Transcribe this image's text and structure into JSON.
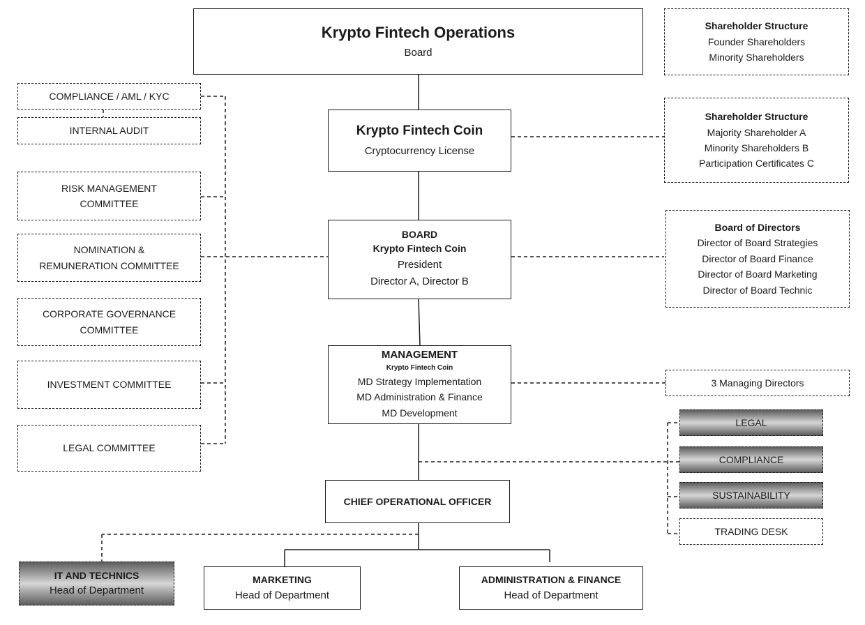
{
  "top": {
    "title": "Krypto Fintech Operations",
    "subtitle": "Board"
  },
  "coin": {
    "title": "Krypto Fintech Coin",
    "subtitle": "Cryptocurrency License"
  },
  "board": {
    "heading": "BOARD",
    "name": "Krypto Fintech Coin",
    "role": "President",
    "directors": "Director A, Director B"
  },
  "management": {
    "heading": "MANAGEMENT",
    "name": "Krypto Fintech Coin",
    "lines": [
      "MD Strategy Implementation",
      "MD Administration & Finance",
      "MD Development"
    ]
  },
  "coo": {
    "title": "CHIEF OPERATIONAL OFFICER"
  },
  "departments": {
    "it": {
      "title": "IT AND TECHNICS",
      "subtitle": "Head of Department"
    },
    "marketing": {
      "title": "MARKETING",
      "subtitle": "Head of Department"
    },
    "admin": {
      "title": "ADMINISTRATION & FINANCE",
      "subtitle": "Head of Department"
    }
  },
  "committees": {
    "compliance": "COMPLIANCE / AML / KYC",
    "audit": "INTERNAL AUDIT",
    "risk": [
      "RISK MANAGEMENT",
      "COMMITTEE"
    ],
    "nomination": [
      "NOMINATION &",
      "REMUNERATION COMMITTEE"
    ],
    "governance": [
      "CORPORATE GOVERNANCE",
      "COMMITTEE"
    ],
    "investment": "INVESTMENT COMMITTEE",
    "legal": "LEGAL COMMITTEE"
  },
  "shareholders_top": {
    "heading": "Shareholder Structure",
    "lines": [
      "Founder Shareholders",
      "Minority Shareholders"
    ]
  },
  "shareholders_coin": {
    "heading": "Shareholder Structure",
    "lines": [
      "Majority Shareholder A",
      "Minority Shareholders B",
      "Participation Certificates C"
    ]
  },
  "board_of_directors": {
    "heading": "Board of Directors",
    "lines": [
      "Director of Board Strategies",
      "Director of Board Finance",
      "Director of Board Marketing",
      "Director of Board Technic"
    ]
  },
  "managing_directors": "3 Managing Directors",
  "staff": {
    "legal": "LEGAL",
    "compliance": "COMPLIANCE",
    "sustainability": "SUSTAINABILITY",
    "trading": "TRADING DESK"
  }
}
